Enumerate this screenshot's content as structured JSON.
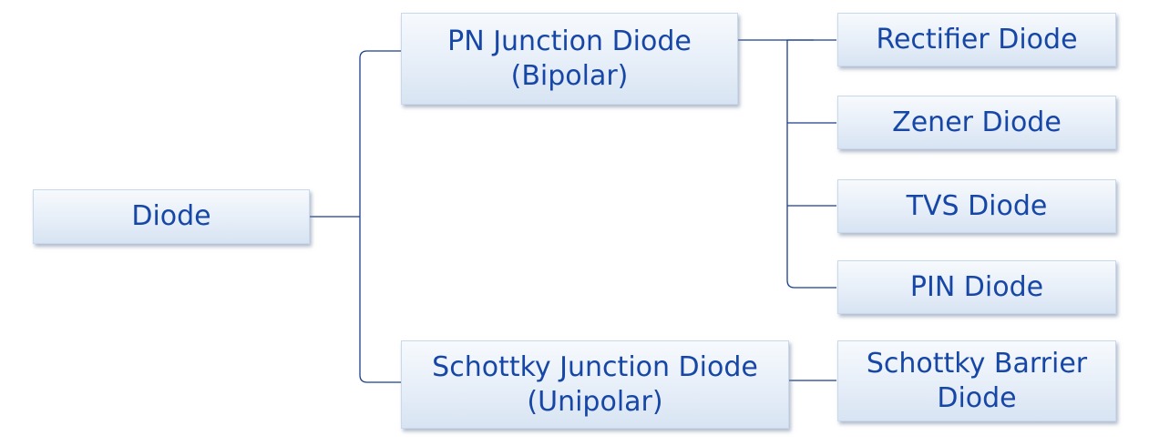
{
  "diagram": {
    "root": {
      "label": "Diode"
    },
    "categories": [
      {
        "title": "PN Junction Diode",
        "subtitle": "(Bipolar)"
      },
      {
        "title": "Schottky Junction Diode",
        "subtitle": "(Unipolar)"
      }
    ],
    "pn_types": [
      {
        "label": "Rectifier Diode"
      },
      {
        "label": "Zener Diode"
      },
      {
        "label": "TVS Diode"
      },
      {
        "label": "PIN Diode"
      }
    ],
    "schottky_types": [
      {
        "title": "Schottky Barrier",
        "subtitle": "Diode"
      }
    ],
    "colors": {
      "text": "#1747a6",
      "line": "#1b3f8a",
      "box_top": "#f7fafd",
      "box_bottom": "#d8e4f3"
    }
  }
}
